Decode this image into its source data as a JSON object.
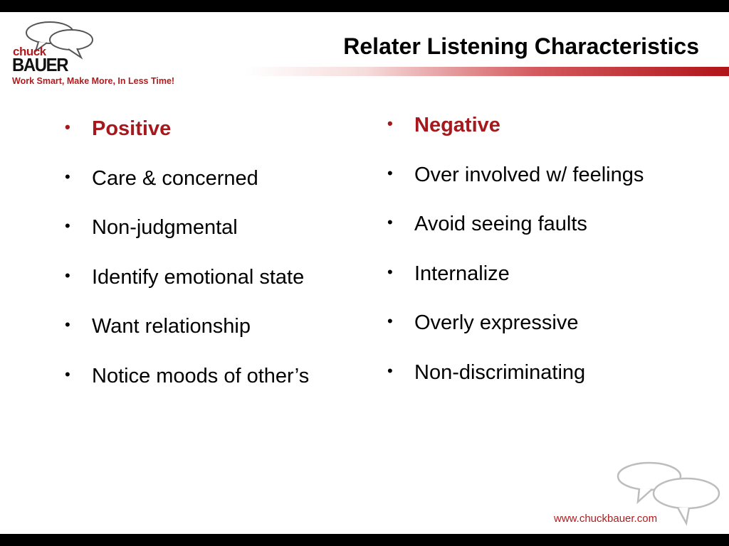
{
  "slide": {
    "title": "Relater Listening Characteristics",
    "website": "www.chuckbauer.com"
  },
  "logo": {
    "line1": "chuck",
    "line2": "BAUER",
    "tagline": "Work Smart, Make More, In Less Time!"
  },
  "columns": {
    "left": {
      "heading": "Positive",
      "items": [
        "Care & concerned",
        "Non-judgmental",
        "Identify emotional state",
        "Want relationship",
        "Notice moods of other’s"
      ]
    },
    "right": {
      "heading": "Negative",
      "items": [
        "Over involved w/ feelings",
        "Avoid seeing faults",
        "Internalize",
        "Overly expressive",
        "Non-discriminating"
      ]
    }
  },
  "icons": {
    "bullet": "•",
    "logo_bubbles": "speech-bubbles-icon",
    "footer_bubbles": "speech-bubbles-icon"
  },
  "colors": {
    "accent": "#a5191d",
    "brand_red": "#b01b1e",
    "bars": "#000000"
  }
}
